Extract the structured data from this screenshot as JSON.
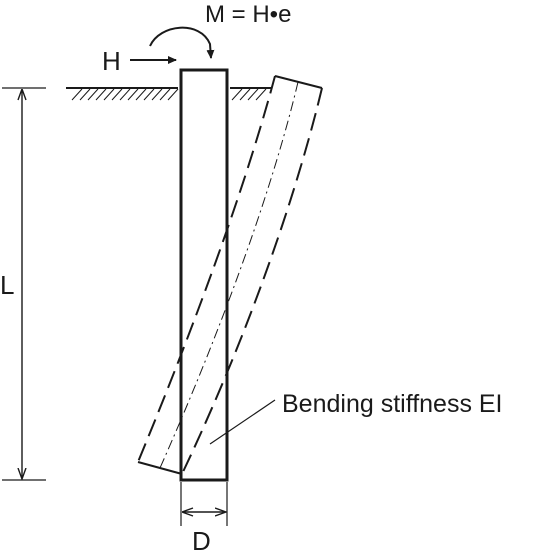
{
  "labels": {
    "moment": "M = H•e",
    "force": "H",
    "length": "L",
    "diameter": "D",
    "stiffness": "Bending stiffness EI"
  },
  "icons": {
    "moment_arrow": "curved-arrow-icon",
    "force_arrow": "arrow-right-icon",
    "ground": "ground-hatch-icon"
  },
  "colors": {
    "stroke": "#1a1a1a",
    "background": "#ffffff"
  }
}
